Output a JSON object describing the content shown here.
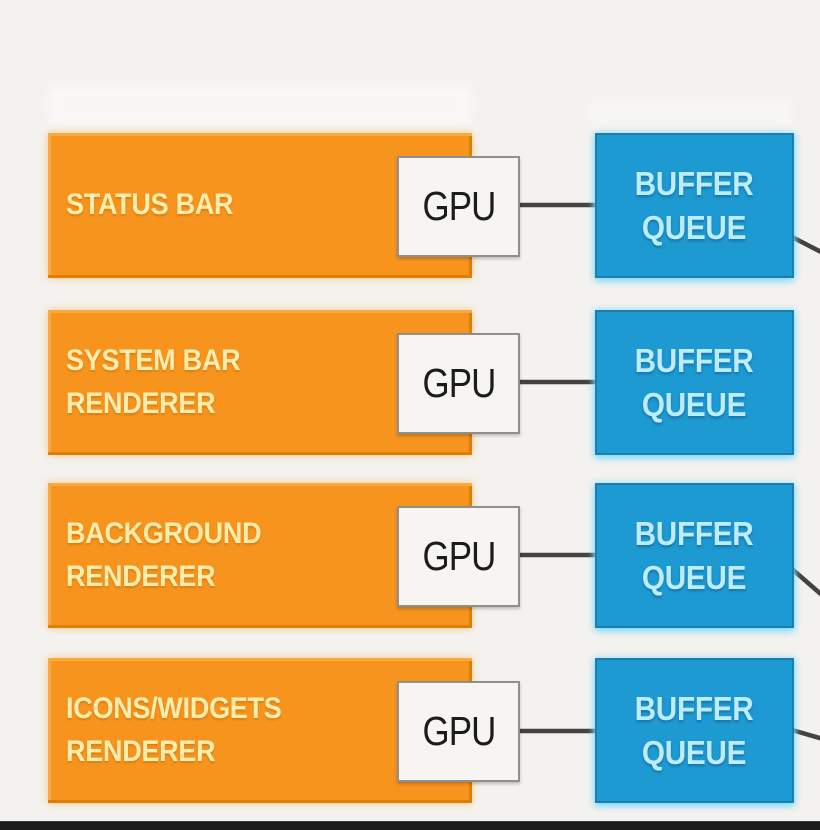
{
  "diagram": {
    "type": "flow-diagram",
    "description": "Graphics pipeline: renderer processes pass GPU output into buffer queues",
    "colors": {
      "background": "#f4f2ef",
      "orange": "#f7941e",
      "orange_dark": "#de7e04",
      "orange_highlight": "#faa93e",
      "orange_text": "#ffedae",
      "blue": "#1e9ad2",
      "blue_border": "#1a7fae",
      "blue_text": "#bdecfd",
      "gpu_fill": "#f6f5f2",
      "gpu_border": "#8f8f8f",
      "gpu_text": "#1c1c1c",
      "line": "#434343",
      "bottom_bar": "#1b1b1b",
      "ghost": "#ffffff"
    },
    "rows": [
      {
        "renderer_label": "STATUS BAR",
        "gpu_label": "GPU",
        "queue_label": "BUFFER\nQUEUE",
        "has_right_connector": true
      },
      {
        "renderer_label": "SYSTEM BAR\nRENDERER",
        "gpu_label": "GPU",
        "queue_label": "BUFFER\nQUEUE",
        "has_right_connector": false
      },
      {
        "renderer_label": "BACKGROUND\nRENDERER",
        "gpu_label": "GPU",
        "queue_label": "BUFFER\nQUEUE",
        "has_right_connector": true
      },
      {
        "renderer_label": "ICONS/WIDGETS\nRENDERER",
        "gpu_label": "GPU",
        "queue_label": "BUFFER\nQUEUE",
        "has_right_connector": true
      }
    ]
  }
}
